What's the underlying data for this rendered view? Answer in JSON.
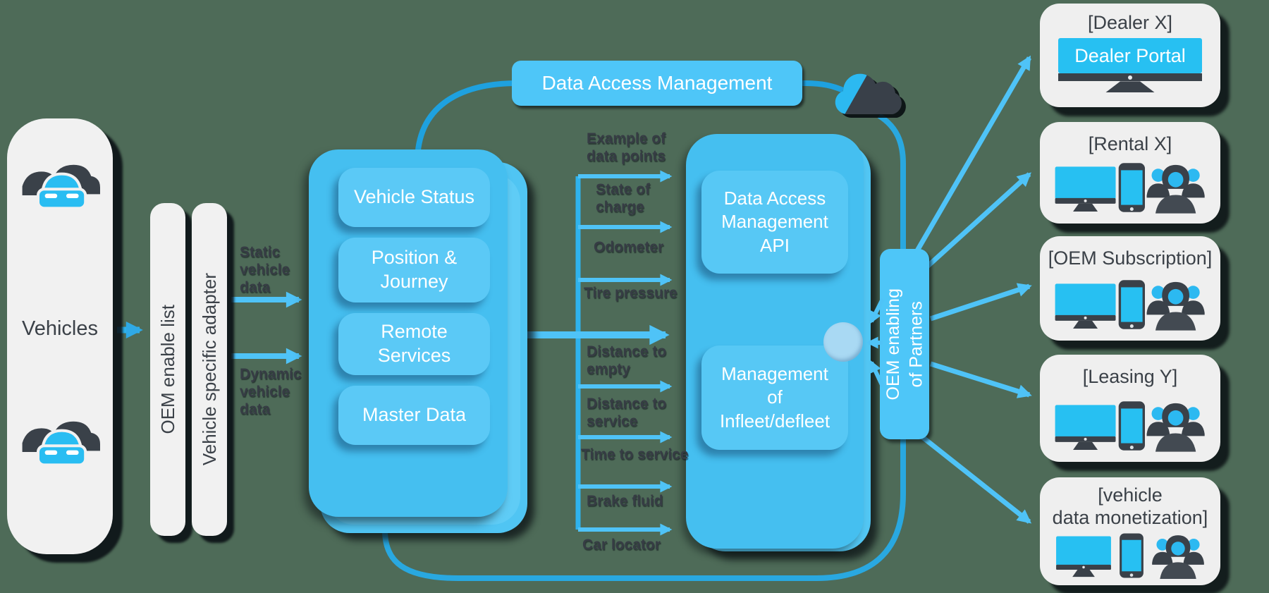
{
  "colors": {
    "background": "#4e6b58",
    "panel_white": "#f1f1f1",
    "blue_primary": "#45bff0",
    "blue_card": "#5bc9f6",
    "blue_line": "#29a8e0",
    "text_dark": "#3a4048",
    "text_white": "#ffffff",
    "connector_circle": "#a9d9f3"
  },
  "vehicles_panel": {
    "label": "Vehicles"
  },
  "pipeline": {
    "oem_enable_list": "OEM enable list",
    "vehicle_specific_adapter": "Vehicle specific adapter",
    "static_label": "Static\nvehicle\ndata",
    "dynamic_label": "Dynamic\nvehicle\ndata"
  },
  "vehicle_data_box": {
    "categories": [
      "Vehicle Status",
      "Position &\nJourney",
      "Remote\nServices",
      "Master Data"
    ]
  },
  "banner": {
    "label": "Data Access Management"
  },
  "data_points": {
    "heading": "Example of\ndata points",
    "items": [
      "State of\ncharge",
      "Odometer",
      "Tire pressure",
      "Distance to\nempty",
      "Distance to\nservice",
      "Time to service",
      "Brake fluid",
      "Car locator"
    ]
  },
  "platform_box": {
    "api_label": "Data Access\nManagement\nAPI",
    "infleet_label": "Management\nof\nInfleet/defleet"
  },
  "oem_enabling_bar": {
    "line1": "OEM enabling",
    "line2": "of Partners"
  },
  "partners": [
    {
      "title": "[Dealer X]",
      "portal": "Dealer Portal"
    },
    {
      "title": "[Rental X]"
    },
    {
      "title": "[OEM Subscription]"
    },
    {
      "title": "[Leasing Y]"
    },
    {
      "title": "[vehicle\ndata monetization]"
    }
  ]
}
